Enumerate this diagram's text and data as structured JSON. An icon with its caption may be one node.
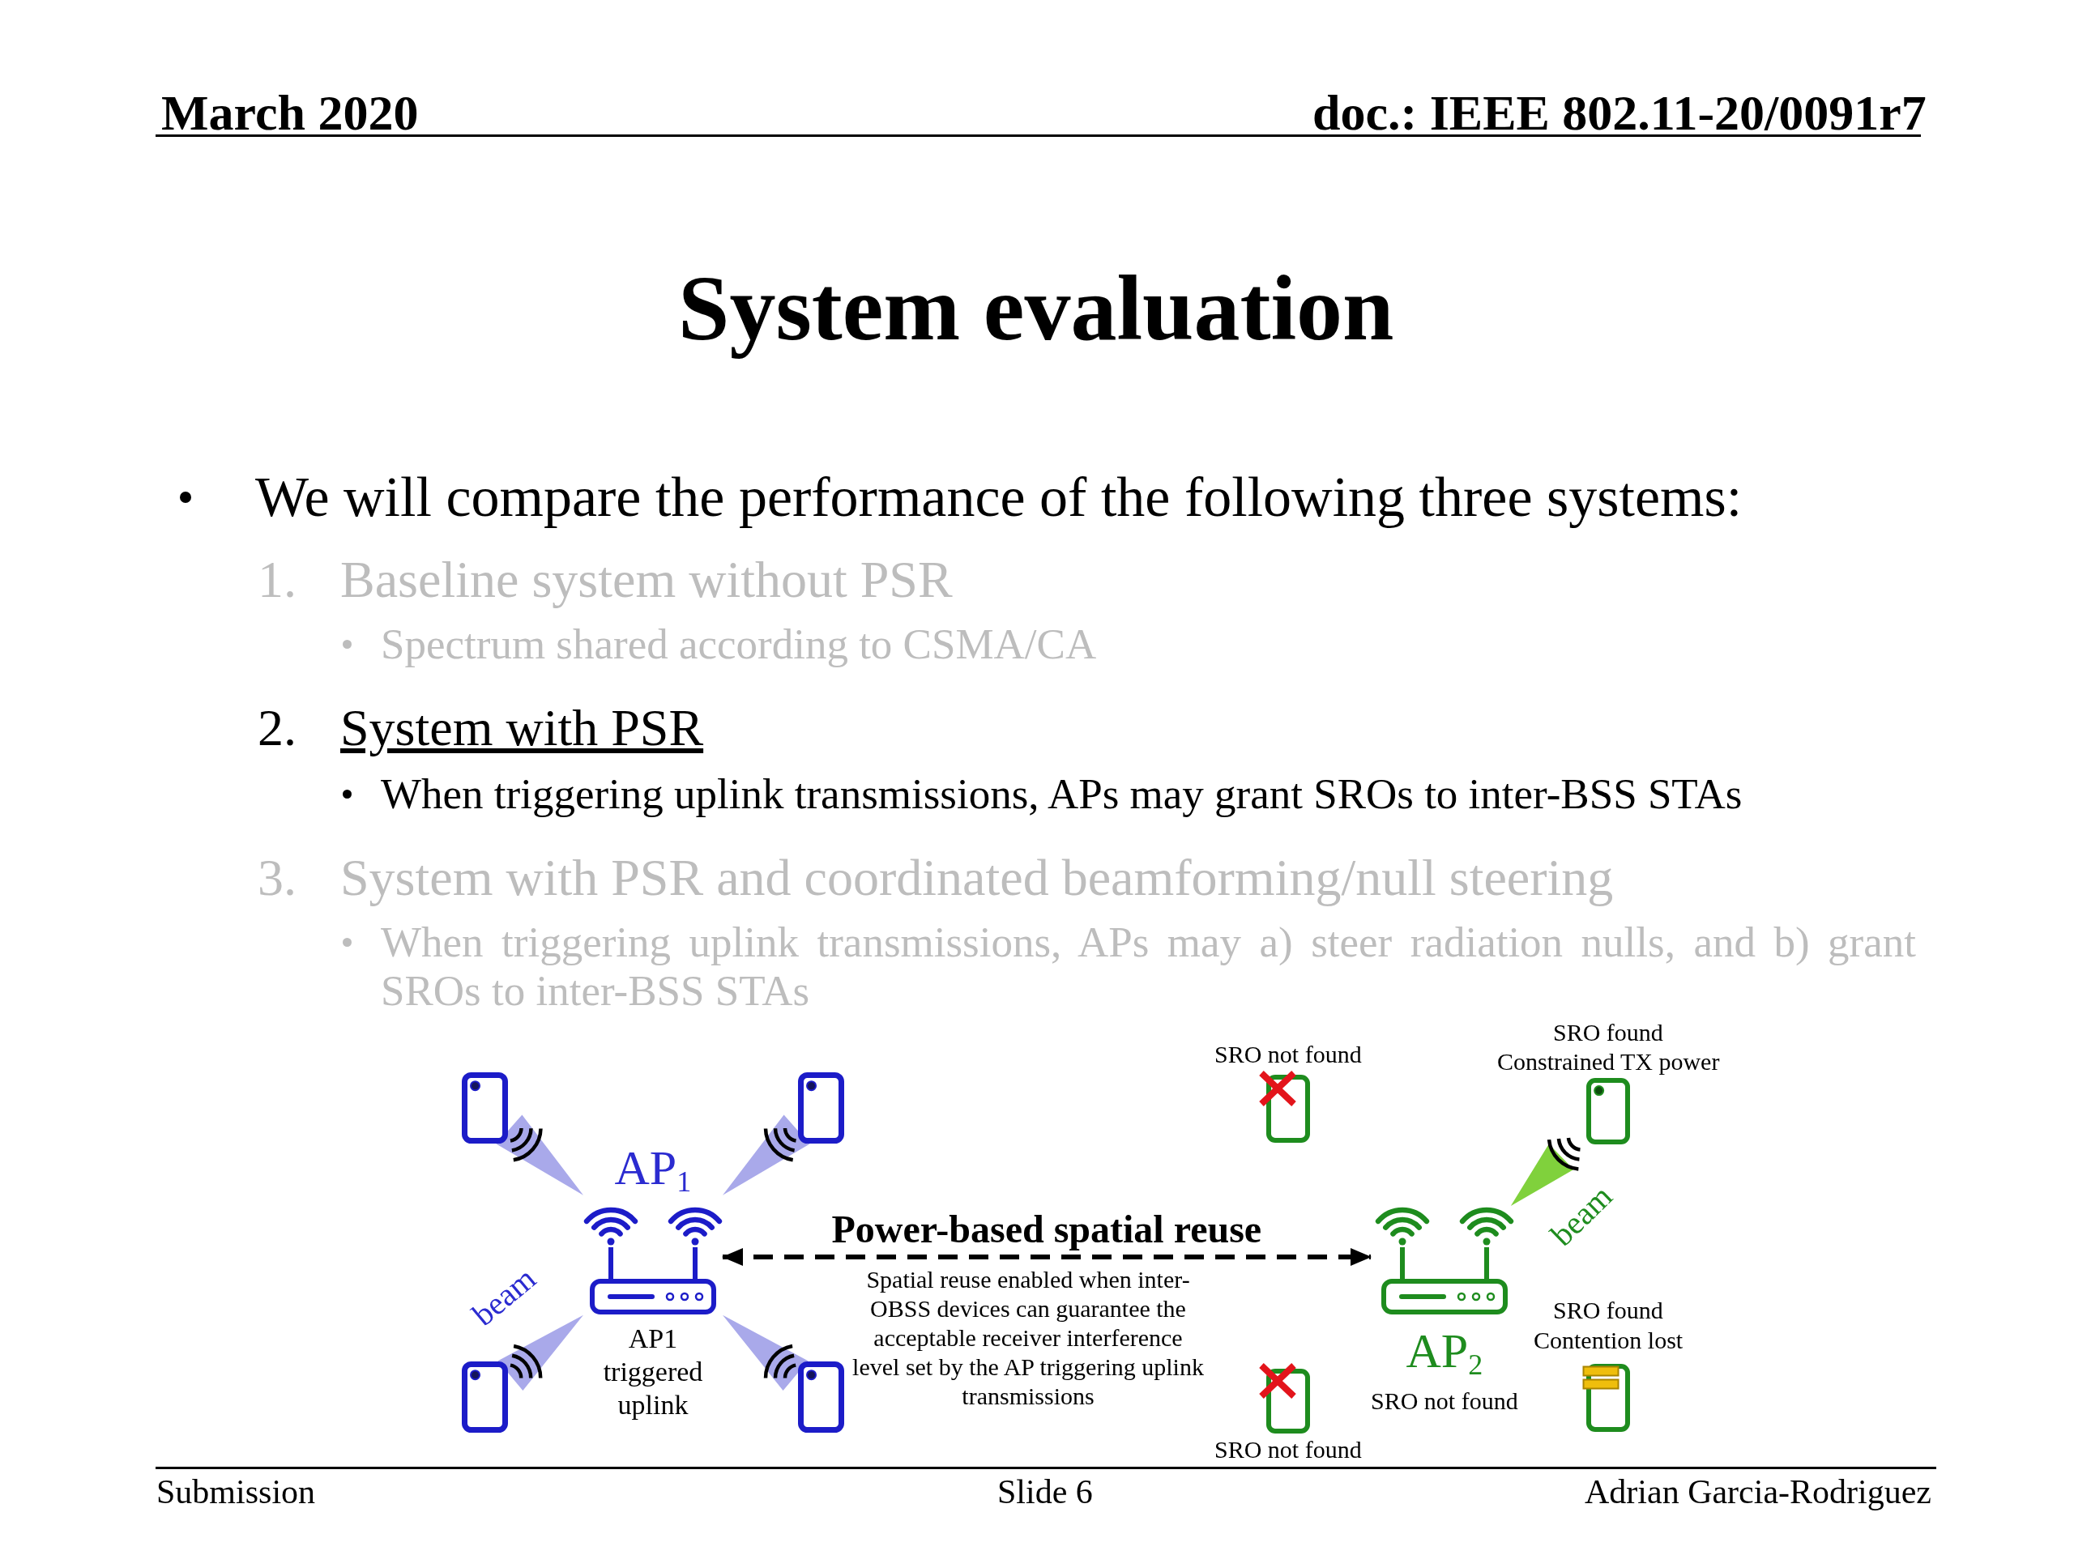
{
  "diagram": {
    "title": "System evaluation",
    "nodes": [
      {
        "text": [],
        "shape": "phone"
      },
      {
        "text": [],
        "shape": "phone"
      },
      {
        "text": [
          "AP$_{1}$"
        ],
        "beside": [
          "AP1 triggered uplink"
        ]
      },
      {
        "text": [],
        "shape": "phone"
      },
      {
        "text": [],
        "shape": "phone"
      },
      {
        "text": [],
        "shape": "phone",
        "beside": [
          "SRO not found"
        ]
      },
      {
        "text": [],
        "shape": "phone",
        "beside": [
          "SRO found",
          "Constrained TX power"
        ]
      },
      {
        "text": [
          "AP$_{2}$"
        ],
        "beside": [
          "SRO not found"
        ]
      },
      {
        "text": [],
        "shape": "phone",
        "beside": [
          "SRO not found"
        ]
      },
      {
        "text": [],
        "shape": "phone",
        "beside": [
          "SRO found",
          "Contention lost"
        ]
      }
    ],
    "edges": [
      {
        "from": 2,
        "to": 0,
        "arrow": "none",
        "style": "thick",
        "color": "#a9a9ea"
      },
      {
        "from": 2,
        "to": 1,
        "arrow": "none",
        "style": "thick",
        "color": "#a9a9ea"
      },
      {
        "from": 2,
        "to": 3,
        "arrow": "none",
        "style": "thick",
        "color": "#a9a9ea",
        "label": "beam"
      },
      {
        "from": 2,
        "to": 4,
        "arrow": "none",
        "style": "thick",
        "color": "#a9a9ea"
      },
      {
        "from": 7,
        "to": 6,
        "arrow": "none",
        "style": "thick",
        "color": "#80d13c",
        "label": "beam"
      },
      {
        "from": 2,
        "to": 7,
        "arrow": "both",
        "style": "dashed",
        "color": "#000000",
        "label": "Power-based spatial reuse"
      }
    ],
    "labels": [
      "March 2020",
      "doc.: IEEE 802.11-20/0091r7",
      "We will compare the performance of the following three systems:",
      "1.",
      "Baseline system without PSR",
      "Spectrum shared according to CSMA/CA",
      "2.",
      "System with PSR",
      "When triggering uplink transmissions, APs may grant SROs to inter-BSS STAs",
      "3.",
      "System with PSR and coordinated beamforming/null steering",
      "When triggering uplink transmissions, APs may a) steer radiation nulls, and b) grant SROs to inter-BSS STAs",
      "Spatial reuse enabled when inter-OBSS devices can guarantee the acceptable receiver interference level set by the AP triggering uplink transmissions",
      "Submission",
      "Slide 6",
      "Adrian Garcia-Rodriguez"
    ]
  }
}
